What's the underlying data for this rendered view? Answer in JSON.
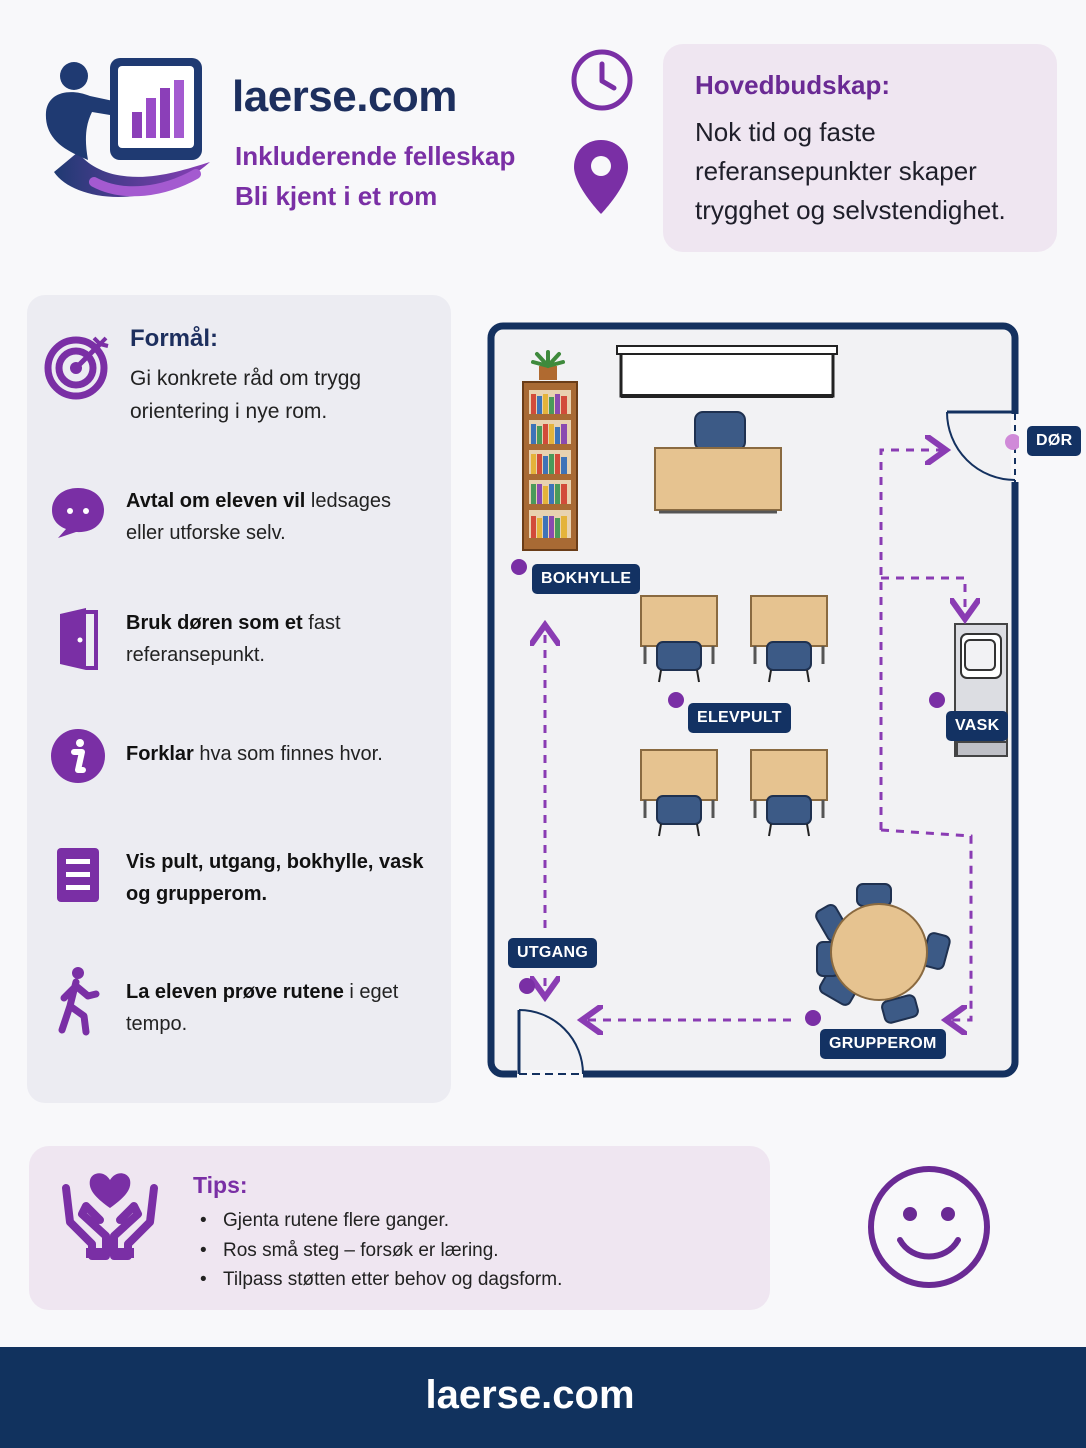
{
  "header": {
    "brand": "laerse.com",
    "tagline_1": "Inkluderende felleskap",
    "tagline_2": "Bli kjent i et rom",
    "logo_icon": "teacher-tablet-chart-icon",
    "clock_icon": "clock-icon",
    "pin_icon": "location-pin-icon"
  },
  "main_message": {
    "title": "Hovedbudskap:",
    "text": "Nok tid og faste referansepunkter skaper trygghet og selvstendighet."
  },
  "purpose": {
    "title": "Formål:",
    "text": "Gi konkrete råd om trygg orientering i nye rom.",
    "icon": "target-icon"
  },
  "steps": [
    {
      "bold": "Avtal om eleven vil",
      "rest": " ledsages eller utforske selv.",
      "icon": "speech-bubble-icon"
    },
    {
      "bold": "Bruk døren som et",
      "rest": " fast referansepunkt.",
      "icon": "door-icon"
    },
    {
      "bold": "Forklar",
      "rest": " hva som finnes hvor.",
      "icon": "info-icon"
    },
    {
      "bold": "Vis pult, utgang, bokhylle, vask og grupperom.",
      "rest": "",
      "icon": "list-icon"
    },
    {
      "bold": "La eleven prøve rutene",
      "rest": " i eget tempo.",
      "icon": "walking-person-icon"
    }
  ],
  "floor_plan": {
    "labels": {
      "door": "DØR",
      "bookshelf": "BOKHYLLE",
      "desk": "ELEVPULT",
      "sink": "VASK",
      "exit": "UTGANG",
      "group_room": "GRUPPEROM"
    }
  },
  "tips": {
    "title": "Tips:",
    "items": [
      "Gjenta rutene flere ganger.",
      "Ros små steg – forsøk er læring.",
      "Tilpass støtten etter behov og dagsform."
    ],
    "icon": "hands-heart-icon"
  },
  "smiley_icon": "smiley-face-icon",
  "footer": {
    "text": "laerse.com"
  },
  "colors": {
    "navy": "#11325e",
    "purple": "#7a2fa5",
    "light_purple": "#efe6f1"
  }
}
